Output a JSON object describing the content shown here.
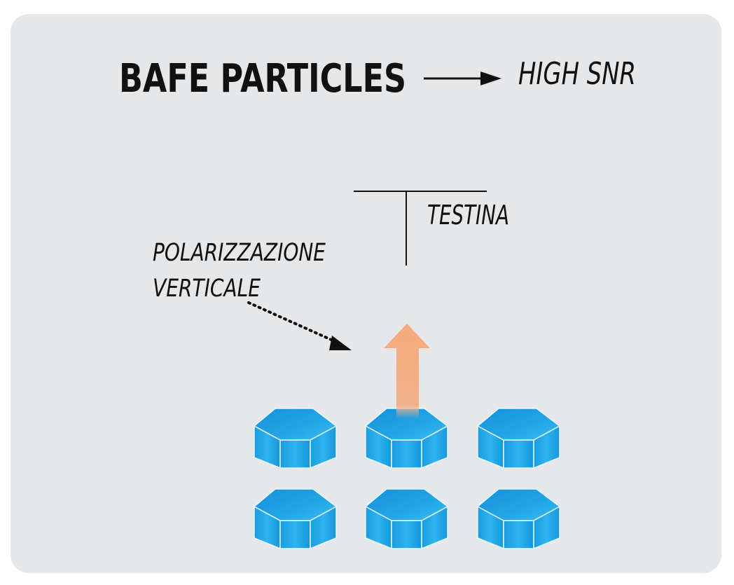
{
  "title": "BAFE PARTICLES",
  "result": "HIGH SNR",
  "head_label": "TESTINA",
  "polarization_label_line1": "POLARIZZAZIONE",
  "polarization_label_line2": "VERTICALE",
  "colors": {
    "background": "#e6e7e9",
    "particle": "#1a9ee0",
    "particle_top": "#23a9ea",
    "magnetization_arrow": "#f2a97c",
    "text": "#111111"
  },
  "particles": {
    "rows": 2,
    "columns": 3,
    "highlighted": [
      0,
      1
    ]
  }
}
